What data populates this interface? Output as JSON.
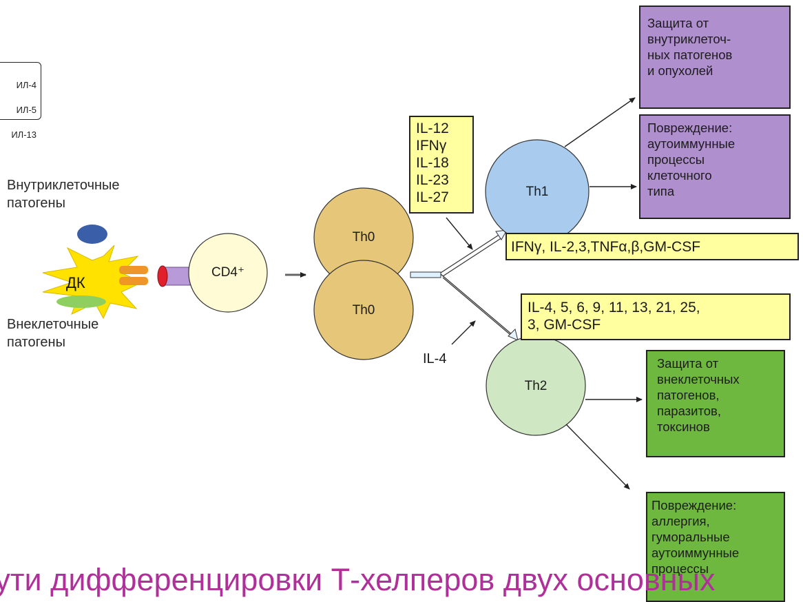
{
  "legend": {
    "lines": [
      "ИЛ-4",
      "ИЛ-5",
      "ИЛ-13"
    ]
  },
  "labels": {
    "intracellular": "Внутриклеточные\nпатогены",
    "extracellular": "Внеклеточные\nпатогены",
    "dc": "ДК",
    "il4_induction": "IL-4"
  },
  "cells": {
    "cd4": "CD4⁺",
    "th0_top": "Th0",
    "th0_bottom": "Th0",
    "th1": "Th1",
    "th2": "Th2"
  },
  "cytokines": {
    "inducers_th1": "IL-12\nIFNγ\nIL-18\nIL-23\nIL-27",
    "th1_products": "IFNγ, IL-2,3,TNFα,β,GM-CSF",
    "th2_products": "IL-4, 5, 6, 9, 11, 13, 21, 25,\n3, GM-CSF"
  },
  "outcomes": {
    "th1_protection": "Защита от\nвнутриклеточ-\nных патогенов\nи опухолей",
    "th1_damage": "Повреждение:\nаутоиммунные\nпроцессы\nклеточного\nтипа",
    "th2_protection": "Защита от\nвнеклеточных\nпатогенов,\nпаразитов,\nтоксинов",
    "th2_damage": "Повреждение:\nаллергия,\nгуморальные\nаутоиммунные\nпроцессы"
  },
  "caption": "Пути дифференцировки Т-хелперов двух основных",
  "colors": {
    "th1_outcome": "#b08fcf",
    "th2_outcome": "#6fb83f",
    "cytokine_box": "#ffffa0",
    "th0": "#e6c77a",
    "th1": "#a8cbee",
    "th2": "#cfe8c3",
    "cd4": "#fffbd5",
    "dc": "#ffe200",
    "caption": "#b0309a"
  }
}
